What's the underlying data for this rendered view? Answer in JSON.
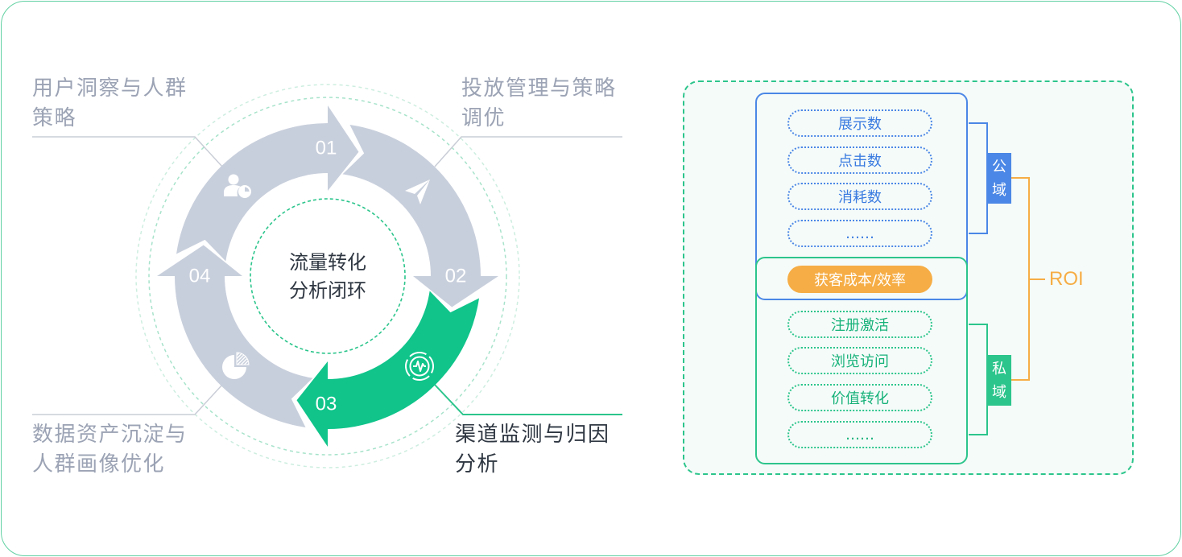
{
  "colors": {
    "ring_gray": "#c8cfdc",
    "ring_green": "#10c48a",
    "accent_green": "#2cc58c",
    "accent_blue": "#4b87e6",
    "accent_orange": "#f6ad45",
    "label_gray": "#9ba3b4",
    "text_dark": "#2f3742",
    "frame": "#62d1a3"
  },
  "cycle": {
    "center_title": [
      "流量转化",
      "分析闭环"
    ],
    "segments": [
      {
        "num": "01",
        "icon": "user-insight-icon",
        "active": false
      },
      {
        "num": "02",
        "icon": "paper-plane-icon",
        "active": false
      },
      {
        "num": "03",
        "icon": "monitor-pulse-icon",
        "active": true
      },
      {
        "num": "04",
        "icon": "pie-chart-icon",
        "active": false
      }
    ],
    "stages": [
      {
        "lines": [
          "用户洞察与人群",
          "策略"
        ],
        "active": false
      },
      {
        "lines": [
          "投放管理与策略",
          "调优"
        ],
        "active": false
      },
      {
        "lines": [
          "渠道监测与归因",
          "分析"
        ],
        "active": true
      },
      {
        "lines": [
          "数据资产沉淀与",
          "人群画像优化"
        ],
        "active": false
      }
    ]
  },
  "metrics": {
    "public": {
      "label": "公域",
      "items": [
        "展示数",
        "点击数",
        "消耗数",
        "……"
      ]
    },
    "shared": "获客成本/效率",
    "private": {
      "label": "私域",
      "items": [
        "注册激活",
        "浏览访问",
        "价值转化",
        "……"
      ]
    },
    "outcome": "ROI"
  }
}
